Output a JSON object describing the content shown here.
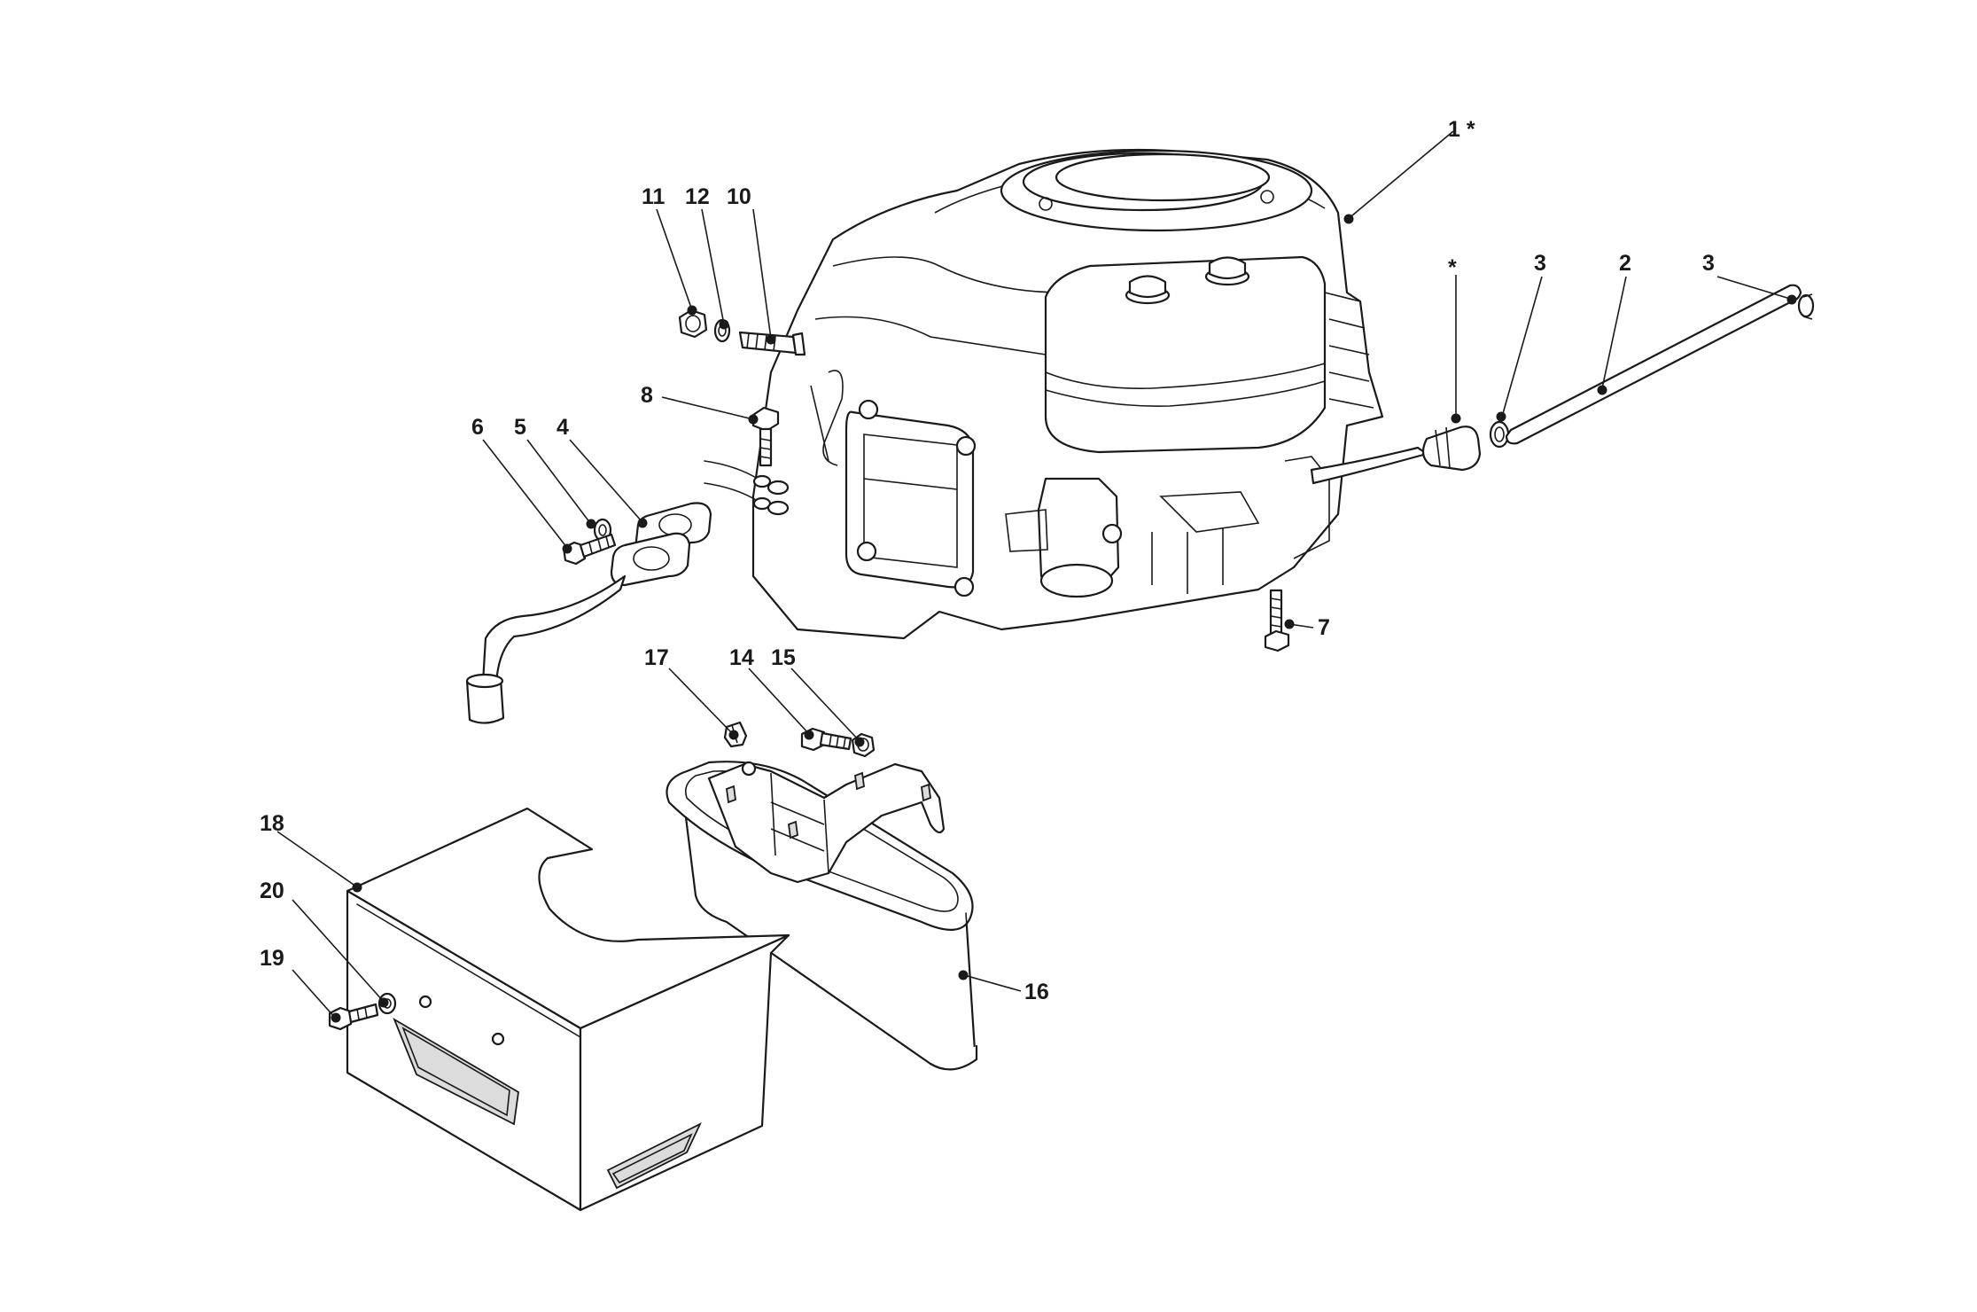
{
  "callouts": {
    "c1": "1 *",
    "c_star": "*",
    "c2": "2",
    "c3a": "3",
    "c3b": "3",
    "c4": "4",
    "c5": "5",
    "c6": "6",
    "c7": "7",
    "c8": "8",
    "c10": "10",
    "c11": "11",
    "c12": "12",
    "c14": "14",
    "c15": "15",
    "c16": "16",
    "c17": "17",
    "c18": "18",
    "c19": "19",
    "c20": "20"
  },
  "colors": {
    "line": "#1a1a1a",
    "background": "#ffffff",
    "shade": "#dcdcdc"
  }
}
